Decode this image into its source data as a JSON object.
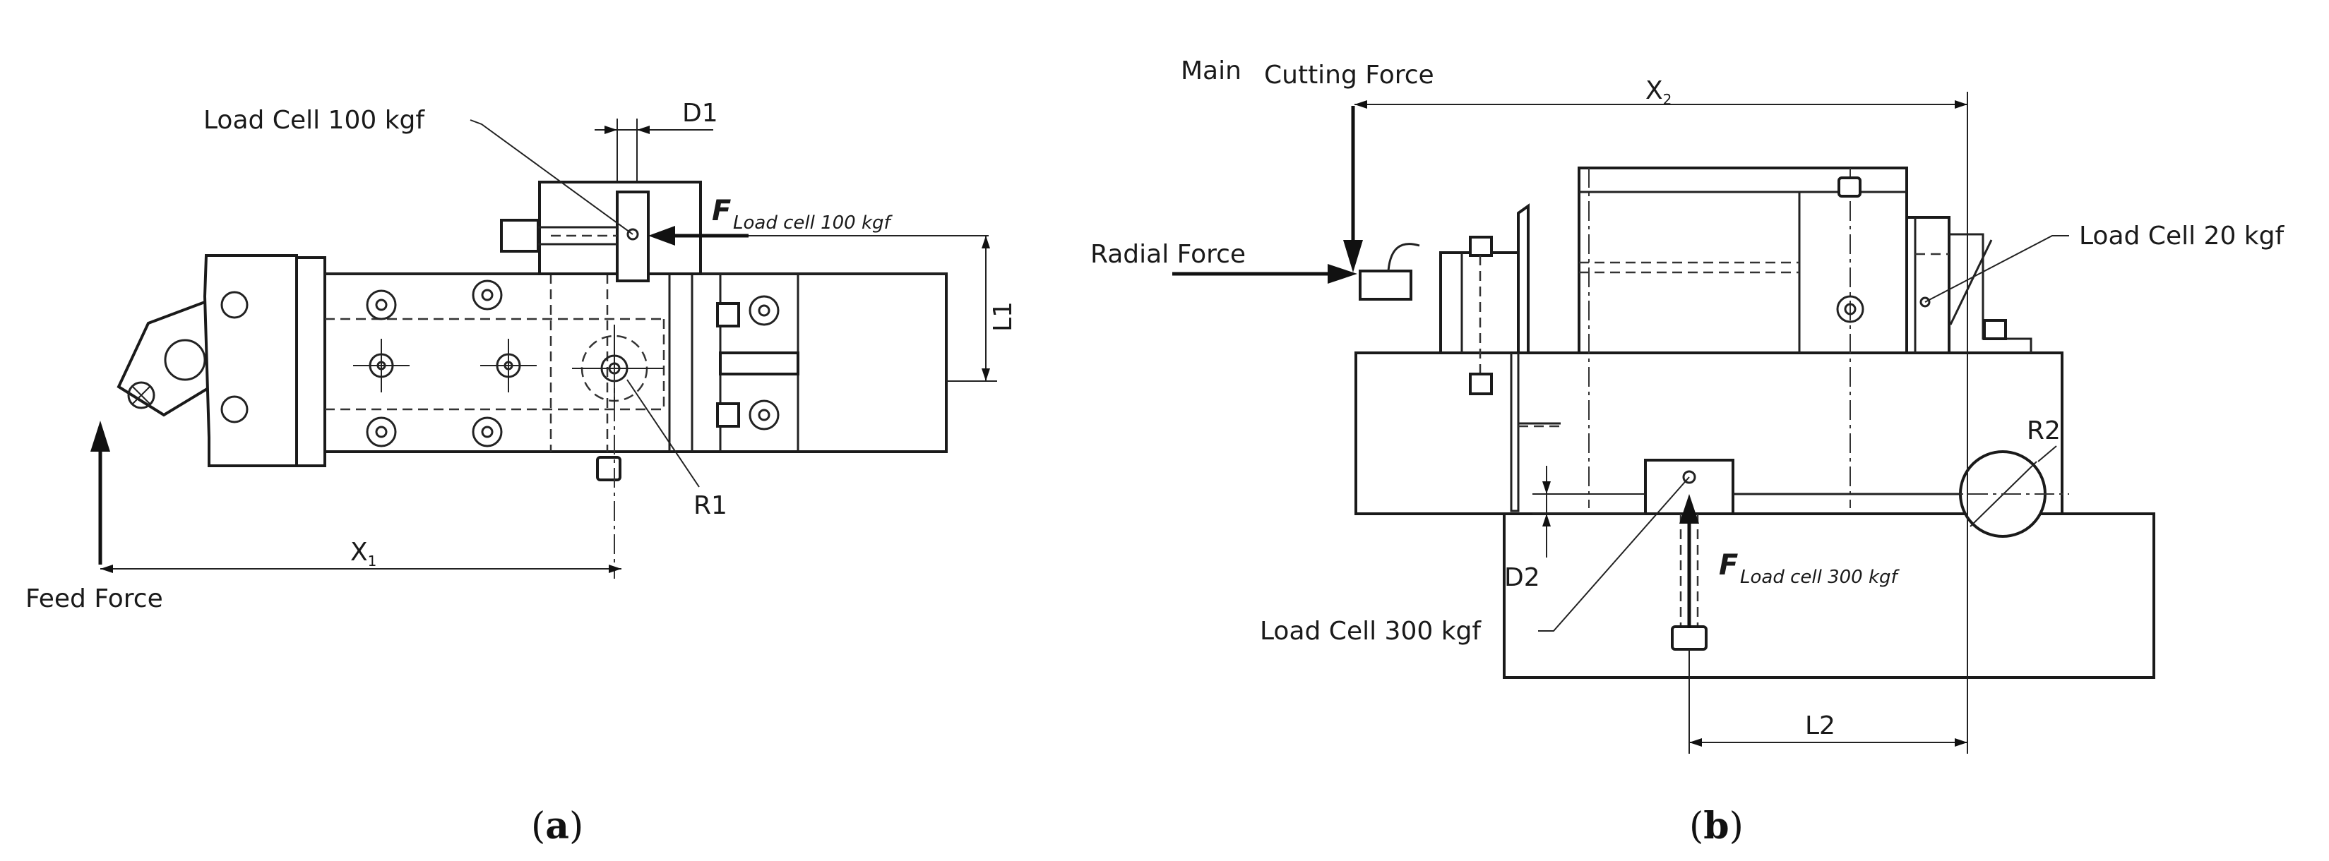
{
  "panel_a": {
    "label_load_cell": "Load Cell 100 kgf",
    "label_d1": "D1",
    "label_l1": "L1",
    "label_r1": "R1",
    "label_x1_main": "X",
    "label_x1_sub": "1",
    "label_feed_force": "Feed Force",
    "force_main": "F",
    "force_sub": "Load cell 100 kgf",
    "caption_open": "(",
    "caption_letter": "a",
    "caption_close": ")"
  },
  "panel_b": {
    "label_main": "Main",
    "label_cutting_force": "Cutting Force",
    "label_x2_main": "X",
    "label_x2_sub": "2",
    "label_radial_force": "Radial Force",
    "label_load_cell_20": "Load Cell 20 kgf",
    "label_r2": "R2",
    "label_d2": "D2",
    "force_main": "F",
    "force_sub": "Load cell 300 kgf",
    "label_load_cell_300": "Load Cell 300 kgf",
    "label_l2": "L2",
    "caption_open": "(",
    "caption_letter": "b",
    "caption_close": ")"
  }
}
